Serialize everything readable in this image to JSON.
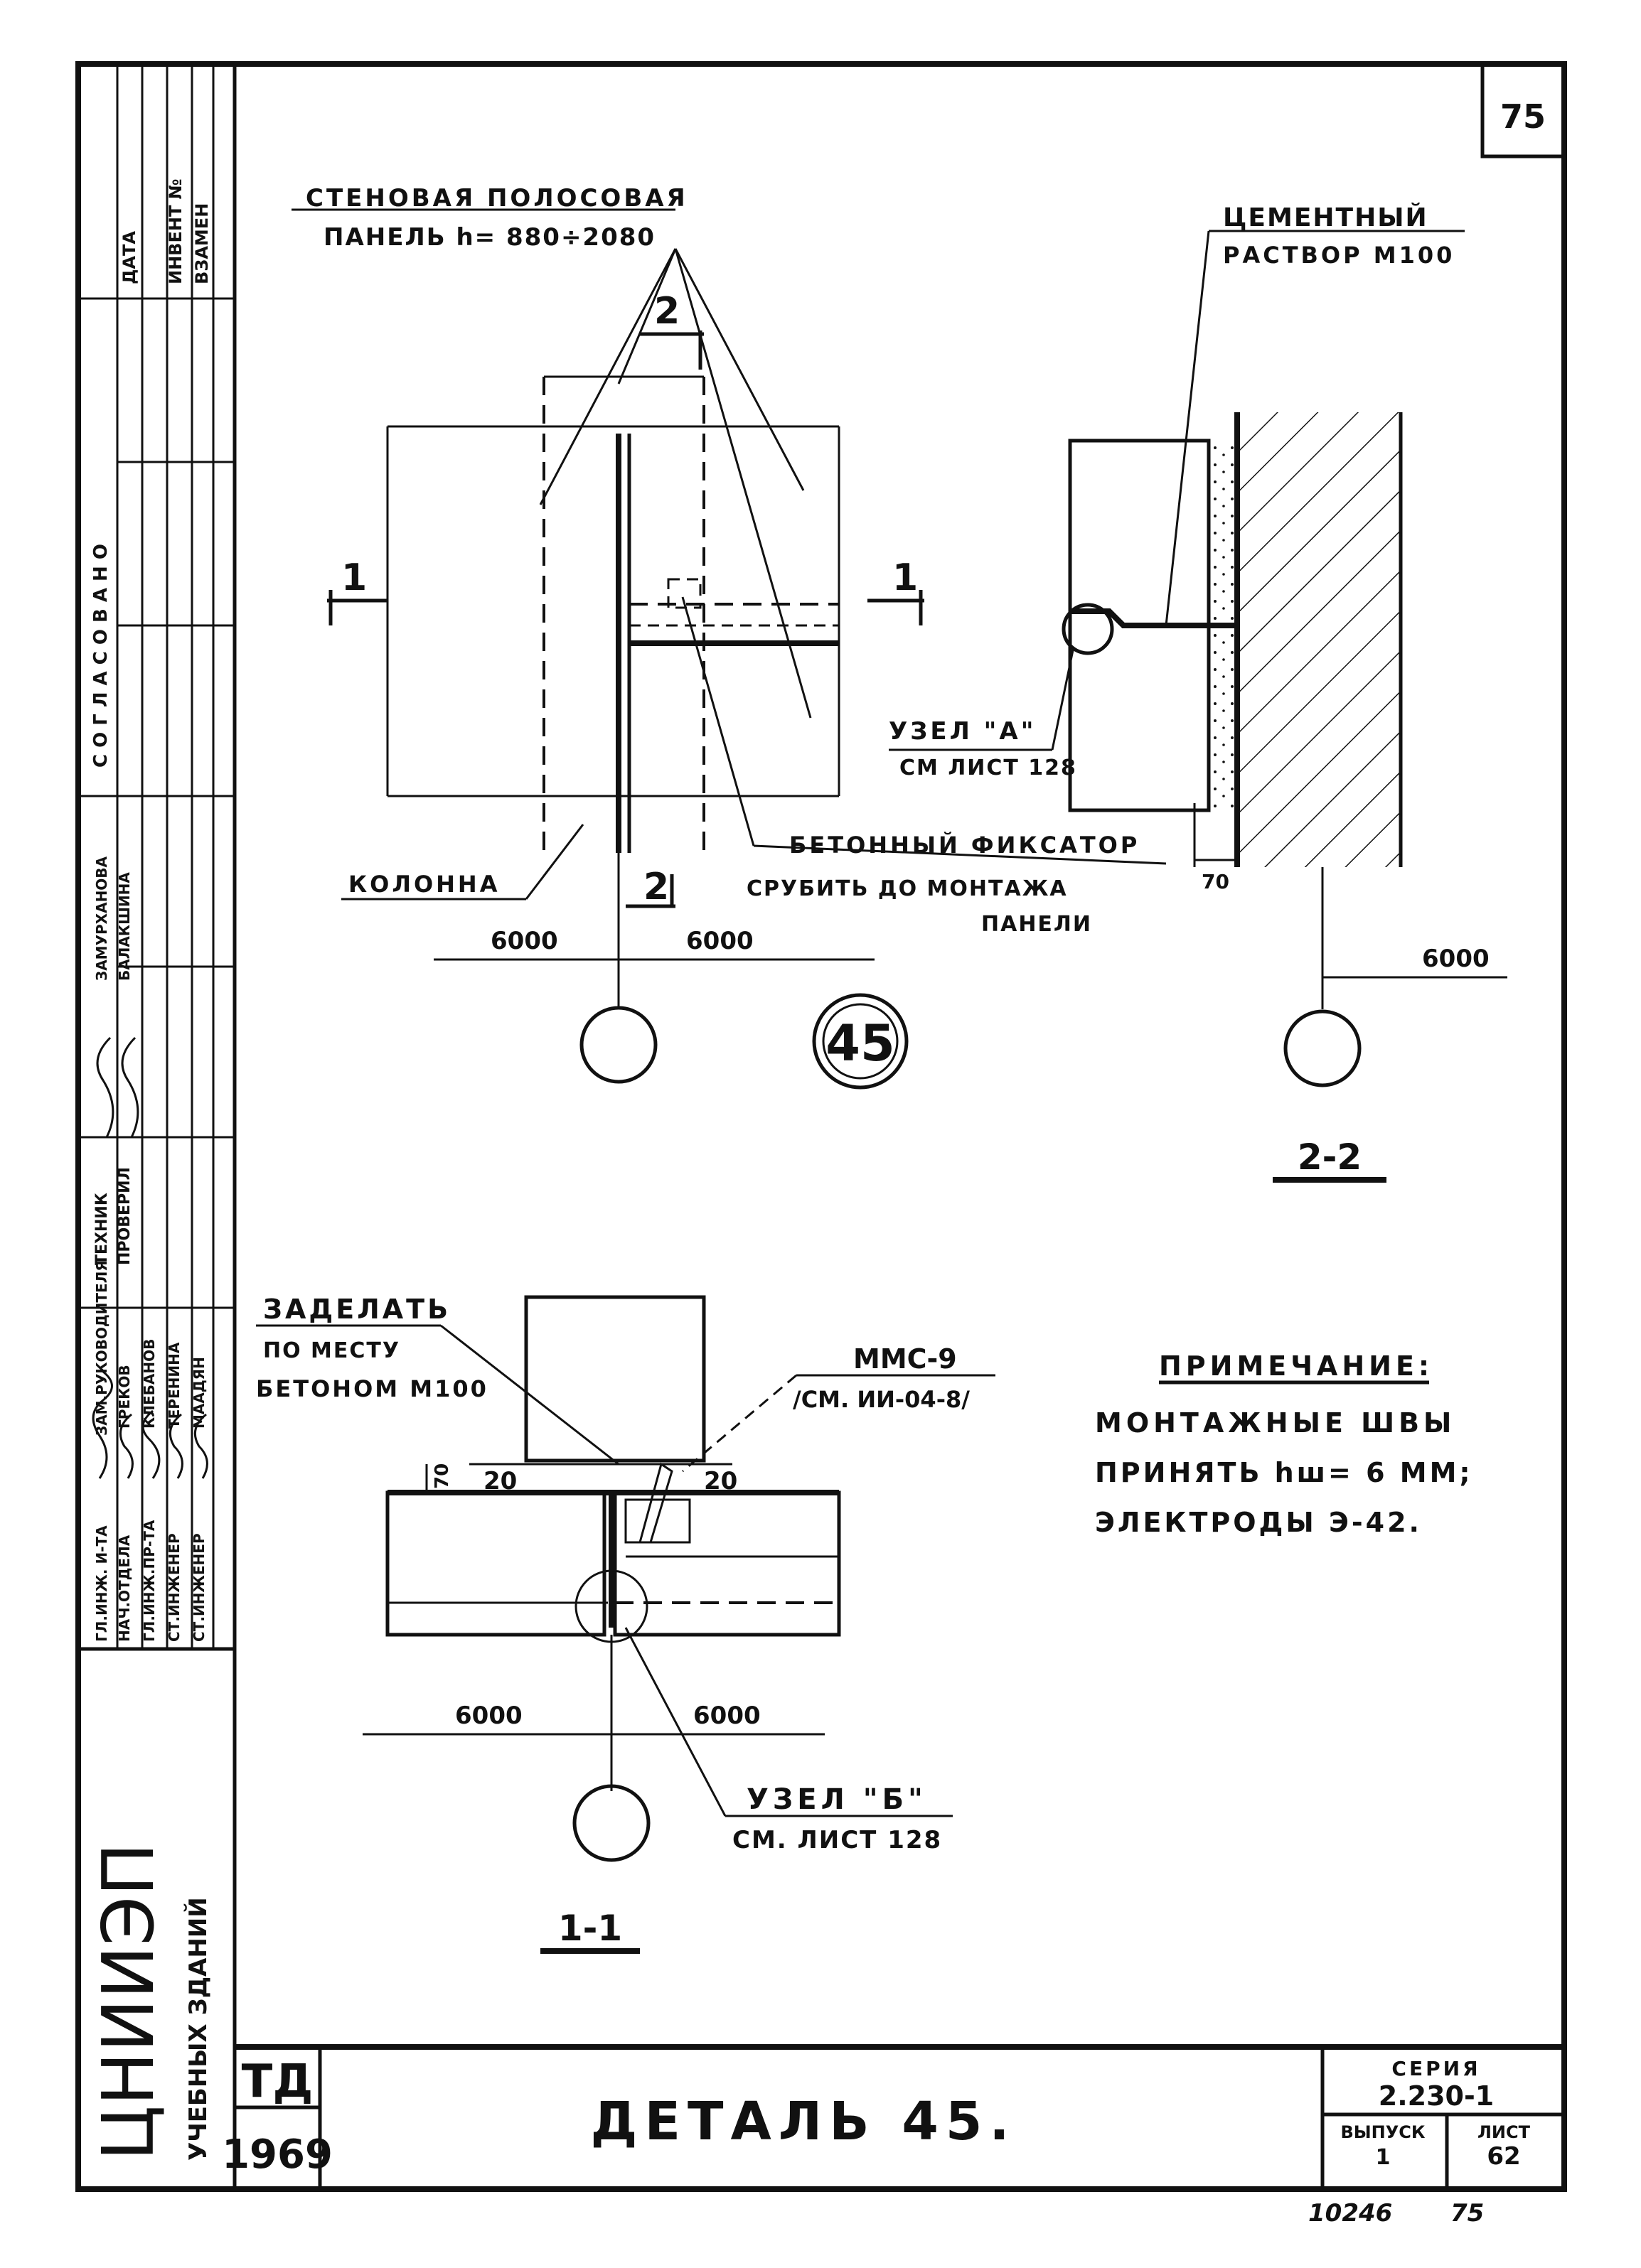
{
  "page_number": "75",
  "sidebar": {
    "stamp_top": [
      "ДАТА",
      "ИНВЕНТ №",
      "ВЗАМЕН"
    ],
    "soglasovano": "С О Г Л А С О В А Н О",
    "roles": [
      "ГЛ.ИНЖ. И-ТА",
      "НАЧ.ОТДЕЛА",
      "ГЛ.ИНЖ.ПР-ТА",
      "СТ.ИНЖЕНЕР",
      "СТ.ИНЖЕНЕР",
      "ЗАМ.РУКОВОДИТЕЛЯ",
      "ТЕХНИК",
      "ПРОВЕРИЛ"
    ],
    "names": [
      "ГРЕКОВ",
      "КЛЕБАНОВ",
      "ТЕРЕНИНА",
      "МААДЯН",
      "ЗАМУРХАНОВА",
      "БАЛАКШИНА"
    ],
    "org": "ЦНИИЭП",
    "org_sub": "УЧЕБНЫХ ЗДАНИЙ"
  },
  "drawing": {
    "panel_label_1": "СТЕНОВАЯ ПОЛОСОВАЯ",
    "panel_label_2": "ПАНЕЛЬ h= 880÷2080",
    "mortar_label_1": "ЦЕМЕНТНЫЙ",
    "mortar_label_2": "РАСТВОР М100",
    "node_a_1": "УЗЕЛ \"А\"",
    "node_a_2": "СМ ЛИСТ 128",
    "fixator_1": "БЕТОННЫЙ ФИКСАТОР",
    "fixator_2": "СРУБИТЬ ДО МОНТАЖА",
    "fixator_3": "ПАНЕЛИ",
    "column_label": "КОЛОННА",
    "dim_6000_a": "6000",
    "dim_6000_b": "6000",
    "dim_6000_c": "6000",
    "dim_6000_d": "6000",
    "dim_6000_e": "6000",
    "dim_70": "70",
    "dim_20_a": "20",
    "dim_20_b": "20",
    "dim_70b": "70",
    "cut_1": "1",
    "cut_2": "2",
    "detail_num": "45",
    "section_22": "2-2",
    "section_11": "1-1",
    "seal_1": "ЗАДЕЛАТЬ",
    "seal_2": "ПО МЕСТУ",
    "seal_3": "БЕТОНОМ М100",
    "mmc_1": "ММС-9",
    "mmc_2": "/СМ. ИИ-04-8/",
    "node_b_1": "УЗЕЛ \"Б\"",
    "node_b_2": "СМ. ЛИСТ 128",
    "note_title": "ПРИМЕЧАНИЕ:",
    "note_1": "МОНТАЖНЫЕ ШВЫ",
    "note_2": "ПРИНЯТЬ hш= 6 ММ;",
    "note_3": "ЭЛЕКТРОДЫ Э-42."
  },
  "title_block": {
    "td": "ТД",
    "year": "1969",
    "title": "ДЕТАЛЬ 45.",
    "seria_label": "СЕРИЯ",
    "seria_value": "2.230-1",
    "vypusk_label": "ВЫПУСК",
    "vypusk_value": "1",
    "list_label": "ЛИСТ",
    "list_value": "62",
    "footer_num": "10246",
    "footer_page": "75"
  }
}
